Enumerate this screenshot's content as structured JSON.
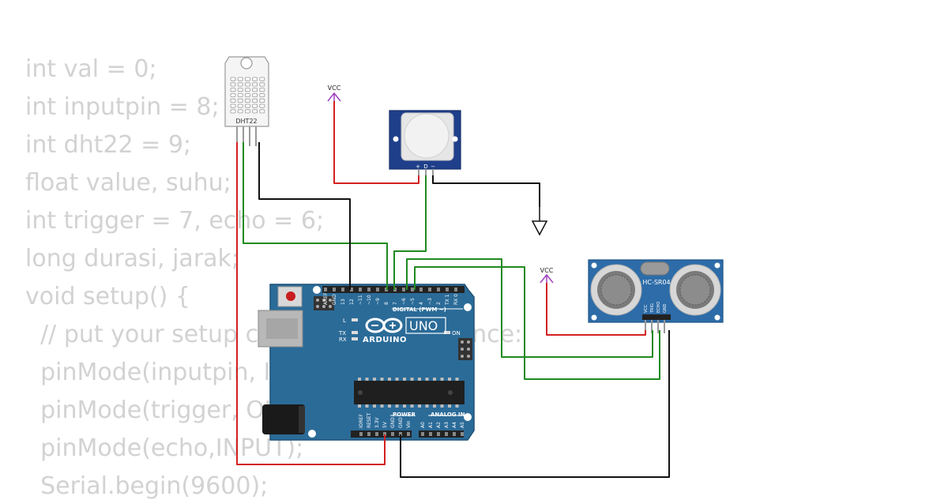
{
  "code_lines": [
    "int val = 0;",
    "int inputpin = 8;",
    "int dht22 = 9;",
    "float value, suhu;",
    "int trigger = 7, echo = 6;",
    "long durasi, jarak;",
    "void setup() {",
    "  // put your setup code here, to run once:",
    "  pinMode(inputpin, INPUT);",
    "  pinMode(trigger, OUTPUT);",
    "  pinMode(echo,INPUT);",
    "  Serial.begin(9600);"
  ],
  "components": {
    "dht22": {
      "label": "DHT22"
    },
    "pir": {
      "pin_labels": [
        "+",
        "D",
        "−"
      ]
    },
    "vcc_top": {
      "label": "VCC"
    },
    "vcc_right": {
      "label": "VCC"
    },
    "hcsr04": {
      "label": "HC-SR04",
      "pin_labels": [
        "VCC",
        "TRIG",
        "ECHO",
        "GND"
      ]
    },
    "arduino": {
      "brand": "ARDUINO",
      "model": "UNO",
      "digital_header_title": "DIGITAL (PWM ~)",
      "digital_pins": [
        "AREF",
        "GND",
        "13",
        "12",
        "~11",
        "~10",
        "~9",
        "8",
        "7",
        "~6",
        "~5",
        "4",
        "~3",
        "2",
        "TX 1",
        "RX 0"
      ],
      "power_header_title": "POWER",
      "power_pins": [
        "IOREF",
        "RESET",
        "3.3V",
        "5V",
        "GND",
        "GND",
        "Vin"
      ],
      "analog_header_title": "ANALOG IN",
      "analog_pins": [
        "A0",
        "A1",
        "A2",
        "A3",
        "A4",
        "A5"
      ],
      "led_labels": [
        "L",
        "TX",
        "RX"
      ],
      "on_label": "ON"
    }
  },
  "colors": {
    "wire_power": "#d42020",
    "wire_ground": "#111111",
    "wire_signal": "#1f8a1f",
    "board": "#2b6b98",
    "vcc_symbol": "#a040c0"
  }
}
